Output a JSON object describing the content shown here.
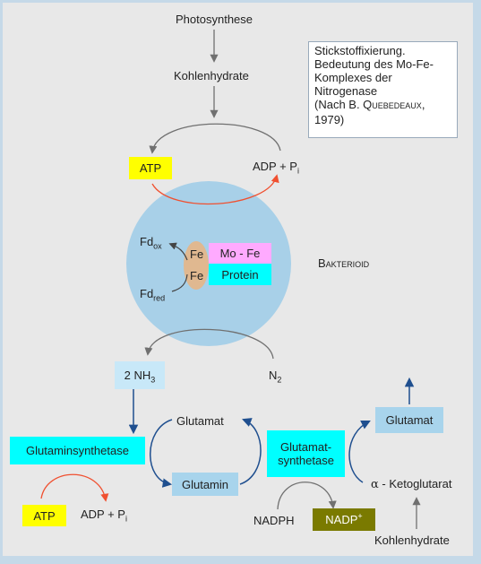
{
  "caption": {
    "line1": "Stickstoffixierung.",
    "line2": "Bedeutung des Mo-Fe-",
    "line3": "Komplexes der",
    "line4": "Nitrogenase",
    "line5_pre": "(Nach B. Q",
    "line5_caps": "UEBEDEAUX",
    "line5_post": ",",
    "line6": "1979)"
  },
  "labels": {
    "photosynthese": "Photosynthese",
    "kohlenhydrate_top": "Kohlenhydrate",
    "atp_top": "ATP",
    "adp_top": "ADP + P",
    "adp_top_sub": "i",
    "fd_ox": "Fd",
    "fd_ox_sub": "ox",
    "fd_red": "Fd",
    "fd_red_sub": "red",
    "fe1": "Fe",
    "fe2": "Fe",
    "mofe": "Mo - Fe",
    "protein": "Protein",
    "bakterioid_first": "B",
    "bakterioid_rest": "AKTERIOID",
    "nh3": "2 NH",
    "nh3_sub": "3",
    "n2": "N",
    "n2_sub": "2",
    "glutamat_mid": "Glutamat",
    "glutaminsynthetase": "Glutaminsynthetase",
    "glutamin": "Glutamin",
    "glutamatsynthetase_1": "Glutamat-",
    "glutamatsynthetase_2": "synthetase",
    "glutamat_right": "Glutamat",
    "ketoglutarat_alpha": "α",
    "ketoglutarat": " - Ketoglutarat",
    "atp_bottom": "ATP",
    "adp_bottom": "ADP + P",
    "adp_bottom_sub": "i",
    "nadph": "NADPH",
    "nadp": "NADP",
    "nadp_sup": "+",
    "kohlenhydrate_bottom": "Kohlenhydrate"
  },
  "colors": {
    "yellow": "#ffff00",
    "cyan": "#00ffff",
    "light_blue": "#a8d4ec",
    "pink": "#ffaaff",
    "tan": "#e0b890",
    "circle": "#a8d0e8",
    "olive": "#7a7a00",
    "red_arrow": "#f05030",
    "gray_arrow": "#707070",
    "blue_arrow": "#1f4f8f"
  }
}
